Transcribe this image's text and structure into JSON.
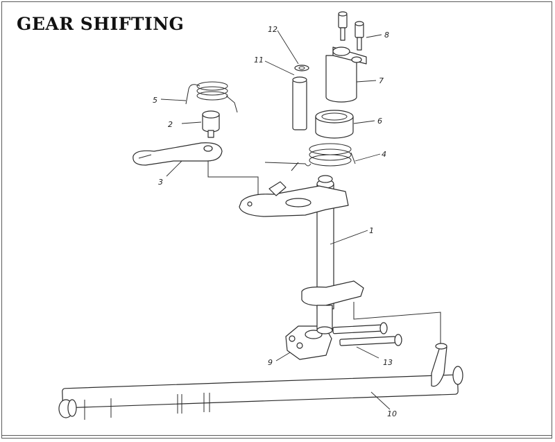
{
  "title": "GEAR SHIFTING",
  "callouts": [
    "1",
    "2",
    "3",
    "4",
    "5",
    "6",
    "7",
    "8",
    "9",
    "10",
    "11",
    "12",
    "13"
  ],
  "colors": {
    "line": "#2b2b2b",
    "frame": "#5a5a5a",
    "background": "#ffffff"
  }
}
